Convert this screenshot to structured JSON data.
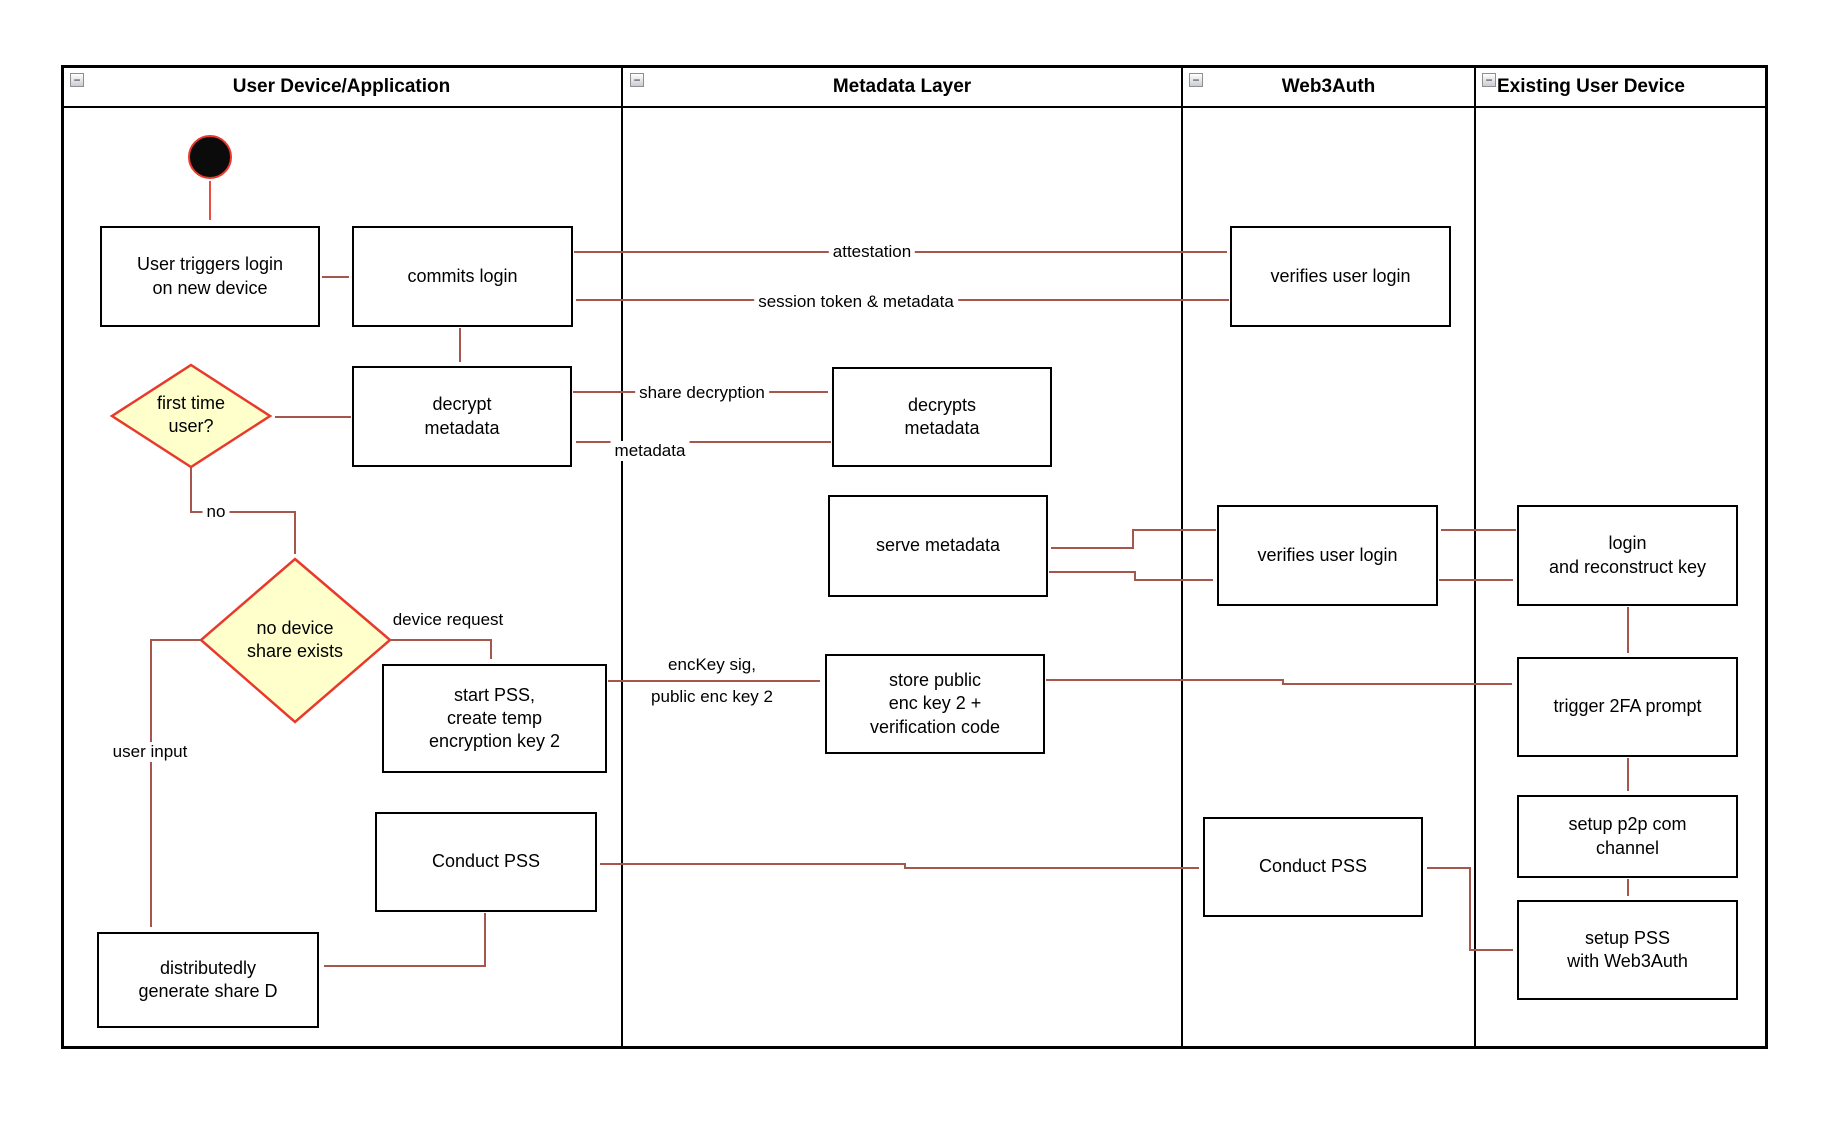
{
  "colors": {
    "arrow": "#a5564d",
    "accent_red": "#e8392b",
    "diamond_fill": "#ffffcc",
    "shape_border": "#000000"
  },
  "lanes": [
    {
      "label": "User Device/Application"
    },
    {
      "label": "Metadata Layer"
    },
    {
      "label": "Web3Auth"
    },
    {
      "label": "Existing User Device"
    }
  ],
  "collapse_glyph": "−",
  "nodes": {
    "user_triggers": "User triggers login\non new device",
    "commits_login": "commits login",
    "verifies_login_1": "verifies user login",
    "decrypt_metadata": "decrypt\nmetadata",
    "decrypts_metadata": "decrypts\nmetadata",
    "serve_metadata": "serve metadata",
    "verifies_login_2": "verifies user login",
    "login_reconstruct": "login\nand reconstruct key",
    "start_pss": "start PSS,\ncreate temp\nencryption key 2",
    "store_public": "store public\nenc key 2 +\nverification code",
    "trigger_2fa": "trigger 2FA prompt",
    "setup_p2p": "setup p2p com\nchannel",
    "conduct_pss_left": "Conduct PSS",
    "conduct_pss_right": "Conduct PSS",
    "setup_pss_web3auth": "setup PSS\nwith Web3Auth",
    "distributed_share": "distributedly\ngenerate share D",
    "first_time_user": "first time\nuser?",
    "no_device_share": "no device\nshare exists"
  },
  "edge_labels": {
    "attestation": "attestation",
    "session_token": "session token & metadata",
    "share_decryption": "share decryption",
    "metadata": "metadata",
    "no": "no",
    "device_request": "device request",
    "enckey_sig": "encKey sig,",
    "public_enc_key": "public enc key 2",
    "user_input": "user input"
  }
}
